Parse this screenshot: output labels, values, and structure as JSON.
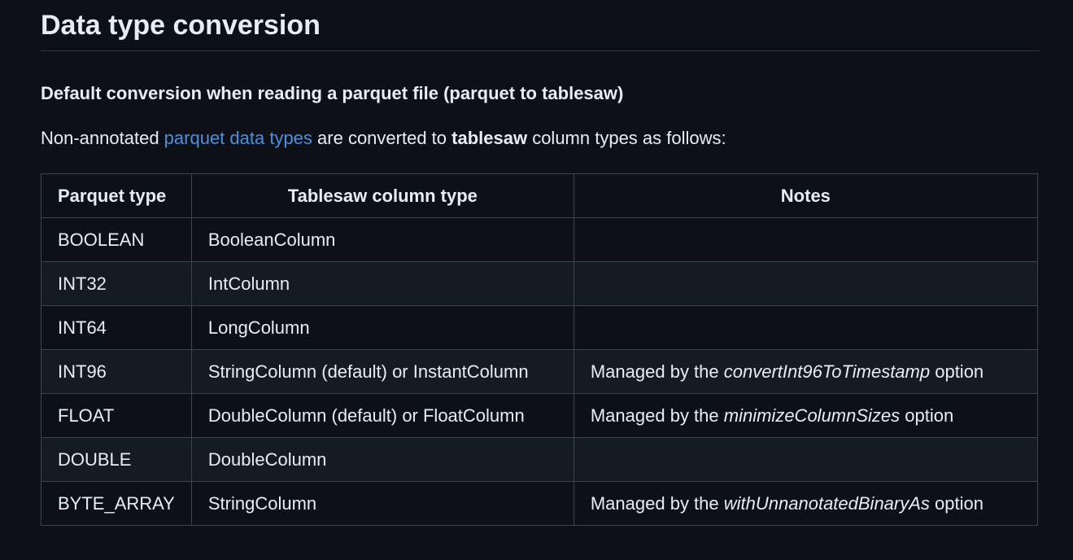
{
  "section": {
    "title": "Data type conversion"
  },
  "subheading": "Default conversion when reading a parquet file (parquet to tablesaw)",
  "intro": {
    "before": "Non-annotated ",
    "link": "parquet data types",
    "middle": " are converted to ",
    "strong": "tablesaw",
    "after": " column types as follows:"
  },
  "table": {
    "headers": [
      "Parquet type",
      "Tablesaw column type",
      "Notes"
    ],
    "rows": [
      {
        "parquet": "BOOLEAN",
        "tablesaw": "BooleanColumn",
        "note_prefix": "",
        "note_option": "",
        "note_suffix": ""
      },
      {
        "parquet": "INT32",
        "tablesaw": "IntColumn",
        "note_prefix": "",
        "note_option": "",
        "note_suffix": ""
      },
      {
        "parquet": "INT64",
        "tablesaw": "LongColumn",
        "note_prefix": "",
        "note_option": "",
        "note_suffix": ""
      },
      {
        "parquet": "INT96",
        "tablesaw": "StringColumn (default) or InstantColumn",
        "note_prefix": "Managed by the ",
        "note_option": "convertInt96ToTimestamp",
        "note_suffix": " option"
      },
      {
        "parquet": "FLOAT",
        "tablesaw": "DoubleColumn (default) or FloatColumn",
        "note_prefix": "Managed by the ",
        "note_option": "minimizeColumnSizes",
        "note_suffix": " option"
      },
      {
        "parquet": "DOUBLE",
        "tablesaw": "DoubleColumn",
        "note_prefix": "",
        "note_option": "",
        "note_suffix": ""
      },
      {
        "parquet": "BYTE_ARRAY",
        "tablesaw": "StringColumn",
        "note_prefix": "Managed by the ",
        "note_option": "withUnnanotatedBinaryAs",
        "note_suffix": " option"
      }
    ]
  },
  "colors": {
    "background": "#0d1117",
    "alt_row": "#151b23",
    "border": "#3d444d",
    "text": "#e6edf3",
    "link": "#58a6ff"
  }
}
